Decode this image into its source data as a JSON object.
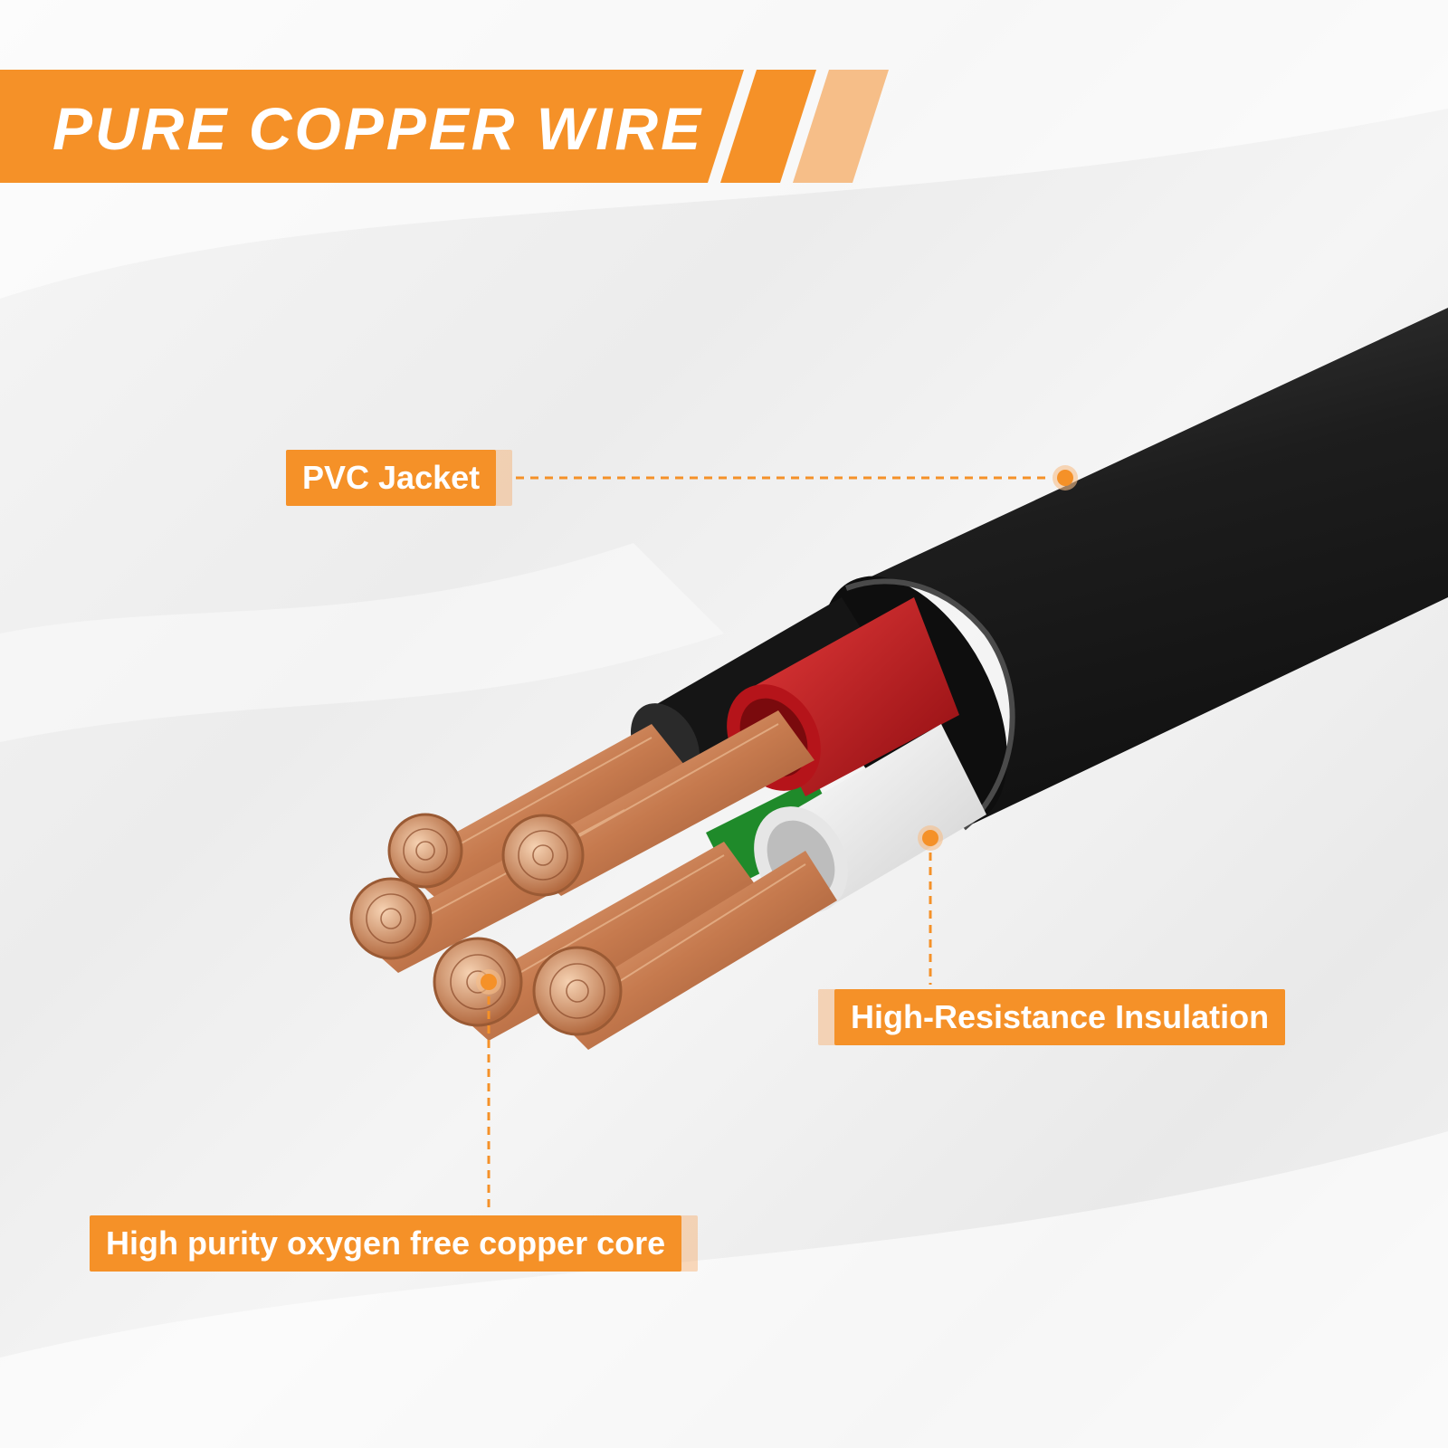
{
  "banner": {
    "title": "PURE COPPER WIRE"
  },
  "callouts": {
    "jacket": "PVC Jacket",
    "insulation": "High-Resistance Insulation",
    "core": "High purity oxygen free copper core"
  },
  "colors": {
    "accent": "#f59128",
    "accent_light": "#f6be88",
    "jacket": "#232323",
    "red_wire": "#c3161b",
    "white_wire": "#f1f1f1",
    "green_wire": "#1f8a2a",
    "copper": "#cf8a5c"
  }
}
